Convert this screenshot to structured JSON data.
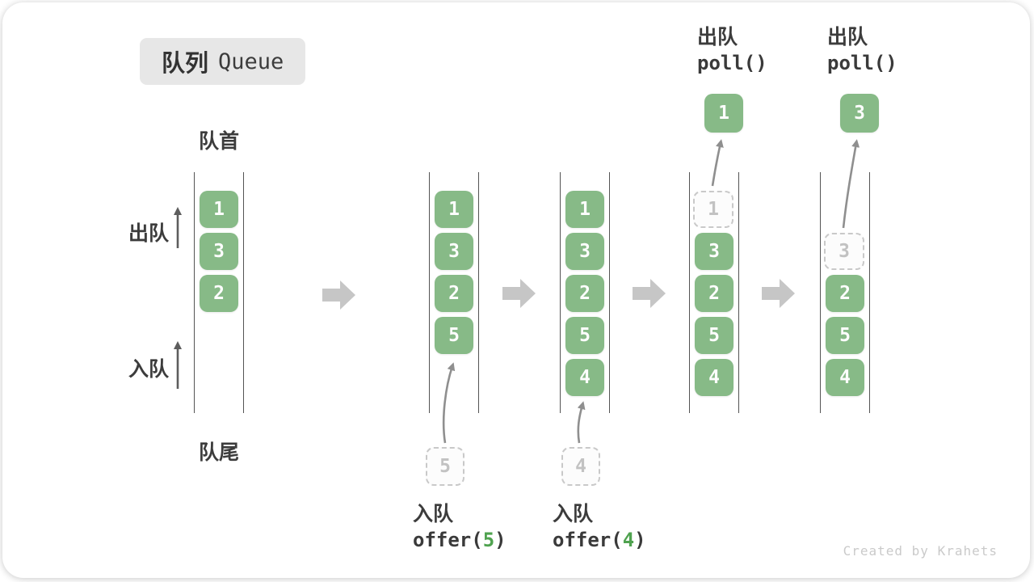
{
  "title": {
    "zh": "队列",
    "en": "Queue"
  },
  "labels": {
    "front": "队首",
    "rear": "队尾",
    "dequeue": "出队",
    "enqueue": "入队"
  },
  "queues": [
    {
      "cells": [
        {
          "v": "1"
        },
        {
          "v": "3"
        },
        {
          "v": "2"
        }
      ]
    },
    {
      "cells": [
        {
          "v": "1"
        },
        {
          "v": "3"
        },
        {
          "v": "2"
        },
        {
          "v": "5"
        }
      ],
      "incoming": "5"
    },
    {
      "cells": [
        {
          "v": "1"
        },
        {
          "v": "3"
        },
        {
          "v": "2"
        },
        {
          "v": "5"
        },
        {
          "v": "4"
        }
      ],
      "incoming": "4"
    },
    {
      "ghost": "1",
      "cells": [
        {
          "v": "3"
        },
        {
          "v": "2"
        },
        {
          "v": "5"
        },
        {
          "v": "4"
        }
      ],
      "polled": "1"
    },
    {
      "ghost": "3",
      "cells": [
        {
          "v": "2"
        },
        {
          "v": "5"
        },
        {
          "v": "4"
        }
      ],
      "polled": "3"
    }
  ],
  "operations": {
    "offer5": {
      "zh": "入队",
      "pre": "offer(",
      "arg": "5",
      "post": ")"
    },
    "offer4": {
      "zh": "入队",
      "pre": "offer(",
      "arg": "4",
      "post": ")"
    },
    "poll1": {
      "zh": "出队",
      "fn": "poll()"
    },
    "poll2": {
      "zh": "出队",
      "fn": "poll()"
    }
  },
  "colors": {
    "cell_green": "#87ba87",
    "cell_text": "#fdfdfd",
    "ghost_border": "#c9c9c9",
    "ghost_text": "#c2c2c2",
    "rail": "#545454",
    "block_arrow": "#c6c6c6",
    "curve_arrow": "#8f8f8f",
    "side_arrow": "#5d5d5d",
    "label_text": "#3c3c3c",
    "accent_green": "#4fa24f",
    "title_bg": "#e7e7e7",
    "watermark": "#cacaca"
  },
  "watermark": "Created by Krahets"
}
